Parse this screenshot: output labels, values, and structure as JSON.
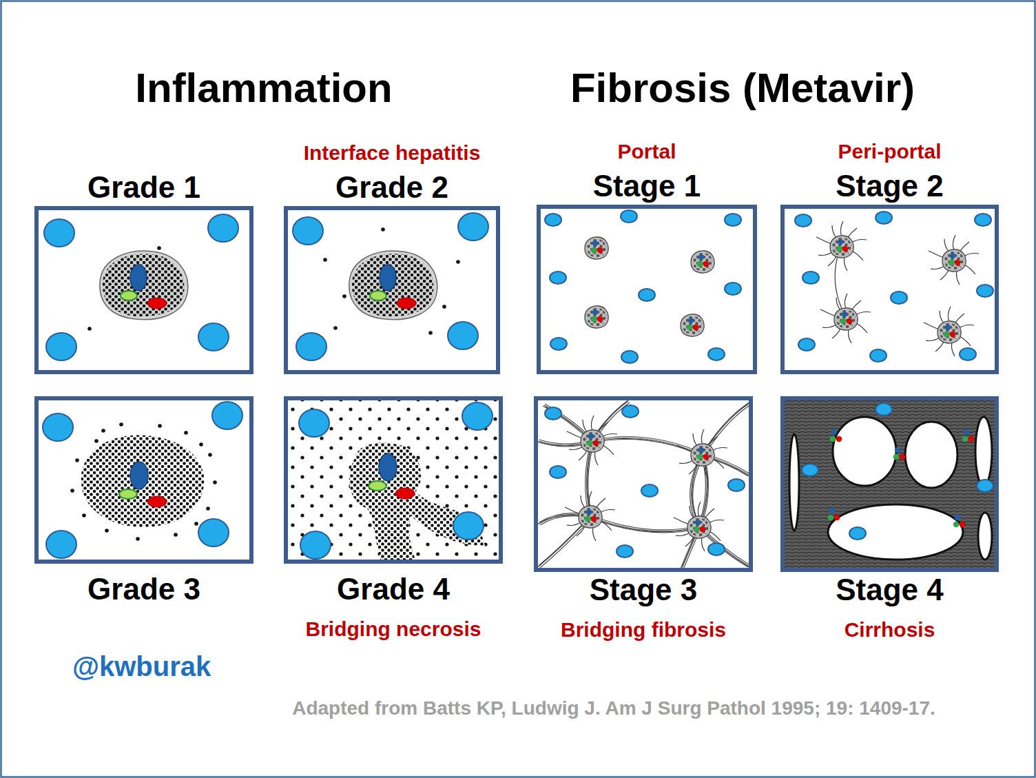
{
  "diagram": {
    "caption": "Adapted from Batts KP, Ludwig J. Am J Surg Pathol 1995; 19: 1409-17.",
    "nodes": [
      {
        "text": [
          "Grade 1"
        ]
      },
      {
        "text": [
          "Interface hepatitis",
          "Grade 2"
        ]
      },
      {
        "text": [
          "Portal",
          "Stage 1"
        ]
      },
      {
        "text": [
          "Peri-portal",
          "Stage 2"
        ]
      },
      {
        "text": [
          "Grade 3"
        ]
      },
      {
        "text": [
          "Grade 4",
          "Bridging necrosis"
        ]
      },
      {
        "text": [
          "Stage 3",
          "Bridging fibrosis"
        ]
      },
      {
        "text": [
          "Stage 4",
          "Cirrhosis"
        ]
      }
    ],
    "labels": [
      "Inflammation",
      "Fibrosis (Metavir)",
      "@kwburak"
    ]
  }
}
